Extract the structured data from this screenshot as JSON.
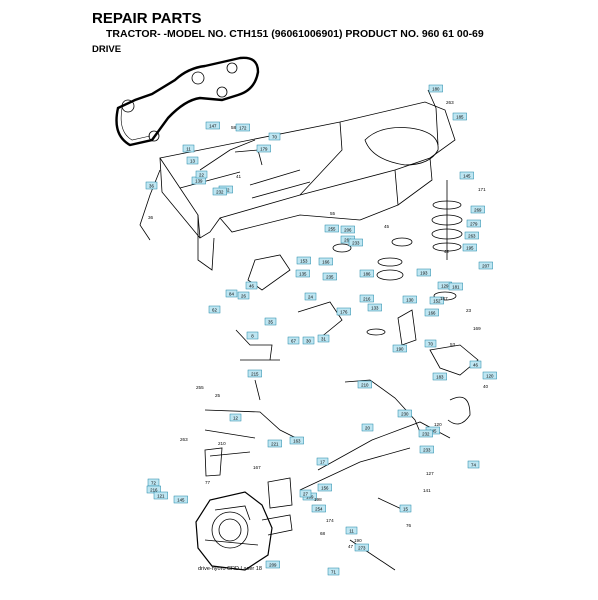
{
  "header": {
    "title": "REPAIR PARTS",
    "subtitle": "TRACTOR- -MODEL NO. CTH151 (96061006901) PRODUCT NO. 960 61 00-69",
    "section": "DRIVE"
  },
  "callouts": [
    "147",
    "172",
    "70",
    "179",
    "11",
    "13",
    "36",
    "192",
    "139",
    "22",
    "232",
    "255",
    "206",
    "264",
    "233",
    "145",
    "269",
    "279",
    "263",
    "195",
    "180",
    "185",
    "193",
    "207",
    "129",
    "181",
    "152",
    "186",
    "153",
    "166",
    "135",
    "235",
    "176",
    "24",
    "130",
    "216",
    "166",
    "133",
    "190",
    "70",
    "46",
    "183",
    "120",
    "67",
    "30",
    "31",
    "8",
    "35",
    "62",
    "84",
    "26",
    "46",
    "215",
    "210",
    "12",
    "221",
    "163",
    "20",
    "230",
    "145",
    "74",
    "72",
    "216",
    "121",
    "145",
    "232",
    "233",
    "109",
    "156",
    "254",
    "15",
    "273",
    "11",
    "71",
    "27",
    "17",
    "209"
  ],
  "plain_numbers": [
    "263",
    "171",
    "36",
    "58",
    "41",
    "55",
    "42",
    "23",
    "45",
    "210",
    "255",
    "25",
    "120",
    "127",
    "141",
    "187",
    "169",
    "53",
    "40",
    "174",
    "76",
    "68",
    "190",
    "198",
    "77",
    "263",
    "167",
    "47"
  ],
  "caption": "drive-hyoro  CRD  Laser 18"
}
